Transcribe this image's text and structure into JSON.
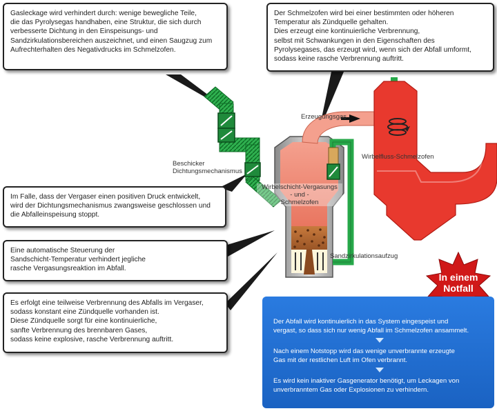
{
  "callouts": {
    "top_left": "Gasleckage wird verhindert durch: wenige bewegliche Teile,\ndie das Pyrolysegas handhaben, eine Struktur, die sich durch\nverbesserte Dichtung in den Einspeisungs- und\nSandzirkulationsbereichen auszeichnet, und einen Saugzug zum\nAufrechterhalten des Negativdrucks im Schmelzofen.",
    "top_right": "Der Schmelzofen wird bei einer bestimmten oder höheren\nTemperatur als Zündquelle gehalten.\nDies erzeugt eine kontinuierliche Verbrennung,\nselbst mit Schwankungen in den Eigenschaften des\nPyrolysegases, das erzeugt wird, wenn sich der Abfall umformt,\nsodass keine rasche Verbrennung auftritt.",
    "left_1": "Im Falle, dass der Vergaser einen positiven Druck entwickelt,\nwird der Dichtungsmechanismus zwangsweise geschlossen und\ndie Abfalleinspeisung stoppt.",
    "left_2": "Eine automatische Steuerung der\nSandschicht-Temperatur verhindert jegliche\nrasche Vergasungsreaktion im Abfall.",
    "left_3": "Es erfolgt eine teilweise Verbrennung des Abfalls im Vergaser,\nsodass konstant eine Zündquelle vorhanden ist.\nDiese Zündquelle sorgt für eine kontinuierliche,\nsanfte Verbrennung des brennbaren Gases,\nsodass keine explosive, rasche Verbrennung auftritt."
  },
  "labels": {
    "feeder": "Beschicker\nDichtungsmechanismus",
    "gasifier": "Wirbelschicht-Vergasungs\n- und -\nSchmelzofen",
    "gas": "Erzeugungsgas",
    "melter": "Wirbelfluss-Schmelzofen",
    "sand_lift": "Sandzirkulationsaufzug"
  },
  "emergency": {
    "badge": "In einem\nNotfall",
    "steps": [
      "Der Abfall wird kontinuierlich in das System eingespeist und\nvergast, so dass sich nur wenig Abfall im Schmelzofen ansammelt.",
      "Nach einem Notstopp wird das wenige unverbrannte erzeugte\nGas mit der restlichen Luft im Ofen verbrannt.",
      "Es wird kein inaktiver Gasgenerator benötigt, um Leckagen von\nunverbranntem Gas oder Explosionen zu verhindern."
    ]
  },
  "colors": {
    "furnace_red": "#e8392e",
    "gasifier_salmon": "#ef8a76",
    "pipe_green": "#27a84a",
    "panel_blue": "#1f6fd0",
    "badge_red": "#d01818"
  }
}
